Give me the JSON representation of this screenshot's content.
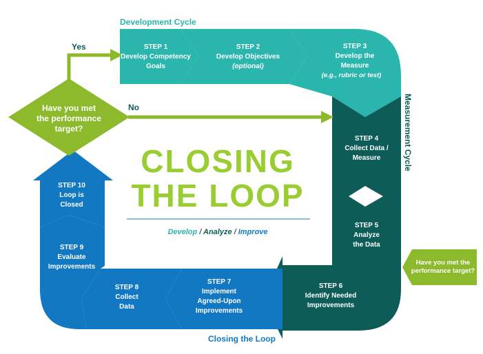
{
  "title": {
    "line1": "CLOSING",
    "line2": "THE LOOP"
  },
  "subtitle": {
    "develop": "Develop",
    "sep1": " / ",
    "analyze": "Analyze",
    "sep2": " / ",
    "improve": "Improve"
  },
  "sections": {
    "development": "Development Cycle",
    "measurement": "Measurement Cycle",
    "closing": "Closing the Loop"
  },
  "decision": {
    "line1": "Have you met",
    "line2": "the performance",
    "line3": "target?",
    "yes": "Yes",
    "no": "No"
  },
  "callout": {
    "line1": "Have you met the",
    "line2": "performance target?"
  },
  "steps": [
    {
      "number": "STEP 1",
      "line1": "Develop Competency",
      "line2": "Goals",
      "line3": ""
    },
    {
      "number": "STEP 2",
      "line1": "Develop Objectives",
      "line2": "(optional)",
      "line3": ""
    },
    {
      "number": "STEP 3",
      "line1": "Develop the",
      "line2": "Measure",
      "line3": "(e.g., rubric or test)"
    },
    {
      "number": "STEP 4",
      "line1": "Collect Data /",
      "line2": "Measure",
      "line3": ""
    },
    {
      "number": "STEP 5",
      "line1": "Analyze",
      "line2": "the Data",
      "line3": ""
    },
    {
      "number": "STEP 6",
      "line1": "Identify Needed",
      "line2": "Improvements",
      "line3": ""
    },
    {
      "number": "STEP 7",
      "line1": "Implement",
      "line2": "Agreed-Upon",
      "line3": "Improvements"
    },
    {
      "number": "STEP 8",
      "line1": "Collect",
      "line2": "Data",
      "line3": ""
    },
    {
      "number": "STEP 9",
      "line1": "Evaluate",
      "line2": "Improvements",
      "line3": ""
    },
    {
      "number": "STEP 10",
      "line1": "Loop is",
      "line2": "Closed",
      "line3": ""
    }
  ],
  "colors": {
    "development": "#2ab5ad",
    "measurement": "#0d5c58",
    "closing": "#1278c2",
    "green": "#8cba2c",
    "title": "#9acd32",
    "section_label": "#2ab5ad",
    "closing_label": "#1278c2"
  }
}
